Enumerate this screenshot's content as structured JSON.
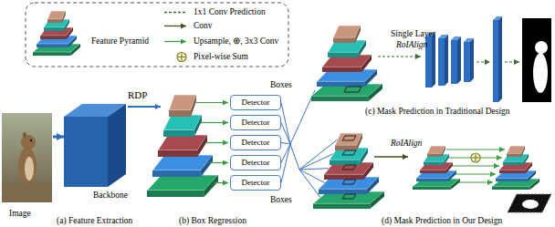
{
  "diagram": {
    "nodes": [
      {
        "text": [
          "Image"
        ]
      },
      {
        "text": [
          "Backbone"
        ]
      },
      {
        "text": [
          "Detector"
        ]
      },
      {
        "text": [
          "Detector"
        ]
      },
      {
        "text": [
          "Detector"
        ]
      },
      {
        "text": [
          "Detector"
        ]
      },
      {
        "text": [
          "Detector"
        ]
      }
    ],
    "edges": [
      {
        "from": 0,
        "to": 1,
        "arrow": "to"
      }
    ],
    "labels": [
      "RDP",
      "Boxes",
      "Boxes",
      "Single Layer",
      "RoIAlign",
      "RoIAlign",
      "(a) Feature Extraction",
      "(b) Box Regression",
      "(c) Mask Prediction in Traditional Design",
      "(d) Mask Prediction in Our Design"
    ],
    "legend": [
      {
        "text": "Feature Pyramid"
      },
      {
        "text": "1x1 Conv Prediction"
      },
      {
        "text": "Conv"
      },
      {
        "text": "Upsample, ⊕, 3x3 Conv"
      },
      {
        "text": "Pixel-wise Sum"
      }
    ]
  }
}
